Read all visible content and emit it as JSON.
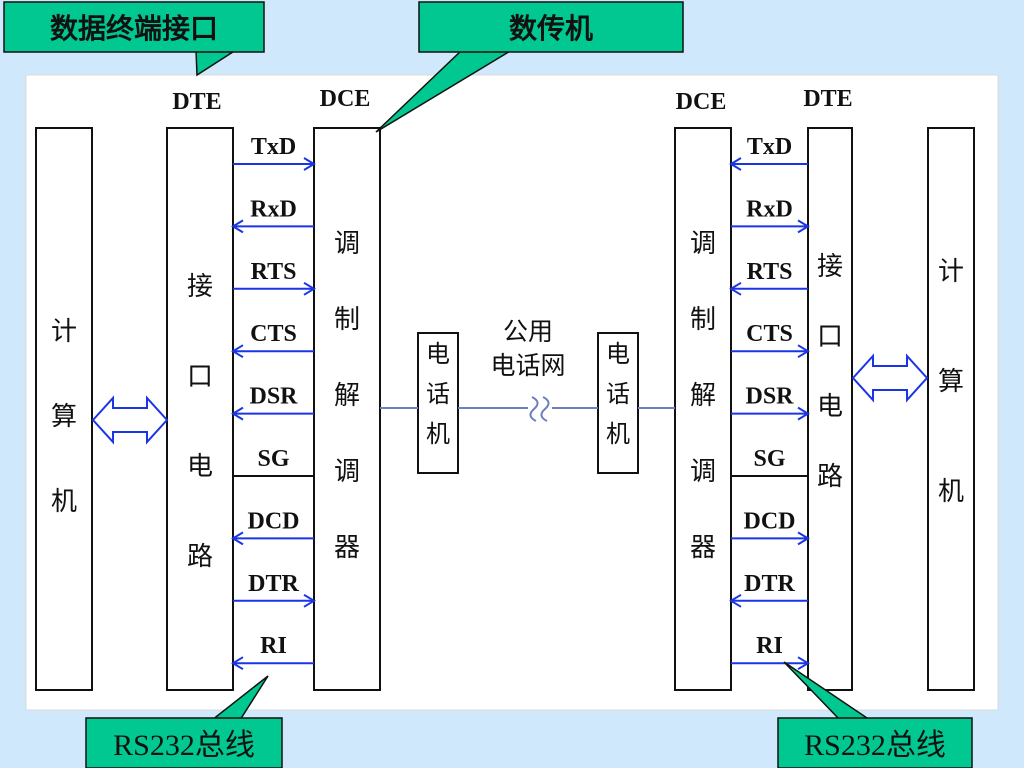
{
  "callouts": {
    "dte_interface": "数据终端接口",
    "modem": "数传机",
    "bus_left": "RS232总线",
    "bus_right": "RS232总线"
  },
  "headers": {
    "left_dte": "DTE",
    "left_dce": "DCE",
    "right_dce": "DCE",
    "right_dte": "DTE"
  },
  "blocks": {
    "computer": [
      "计",
      "算",
      "机"
    ],
    "interface_circuit": [
      "接",
      "口",
      "电",
      "路"
    ],
    "modem": [
      "调",
      "制",
      "解",
      "调",
      "器"
    ],
    "telephone": [
      "电",
      "话",
      "机"
    ]
  },
  "network_label": [
    "公用",
    "电话网"
  ],
  "signals": [
    "TxD",
    "RxD",
    "RTS",
    "CTS",
    "DSR",
    "SG",
    "DCD",
    "DTR",
    "RI"
  ],
  "colors": {
    "background": "#cfe8fb",
    "panel": "#ffffff",
    "callout_fill": "#00c890",
    "arrow_blue": "#1a35e6",
    "line_dark": "#111111"
  }
}
